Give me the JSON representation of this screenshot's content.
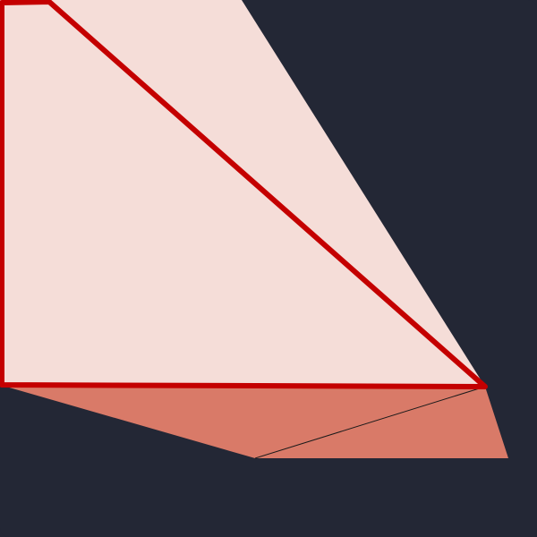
{
  "colors": {
    "background": "#232735",
    "light_fill": "#f5ddd8",
    "dark_fill": "#d97a68",
    "outline": "#c40000",
    "thin_line": "#1a1a1a"
  },
  "shapes": [
    {
      "name": "large-light-polygon",
      "role": "fill",
      "tone": "light"
    },
    {
      "name": "lower-dark-polygon",
      "role": "fill",
      "tone": "dark"
    },
    {
      "name": "highlighted-outline-polygon",
      "role": "outline"
    }
  ]
}
